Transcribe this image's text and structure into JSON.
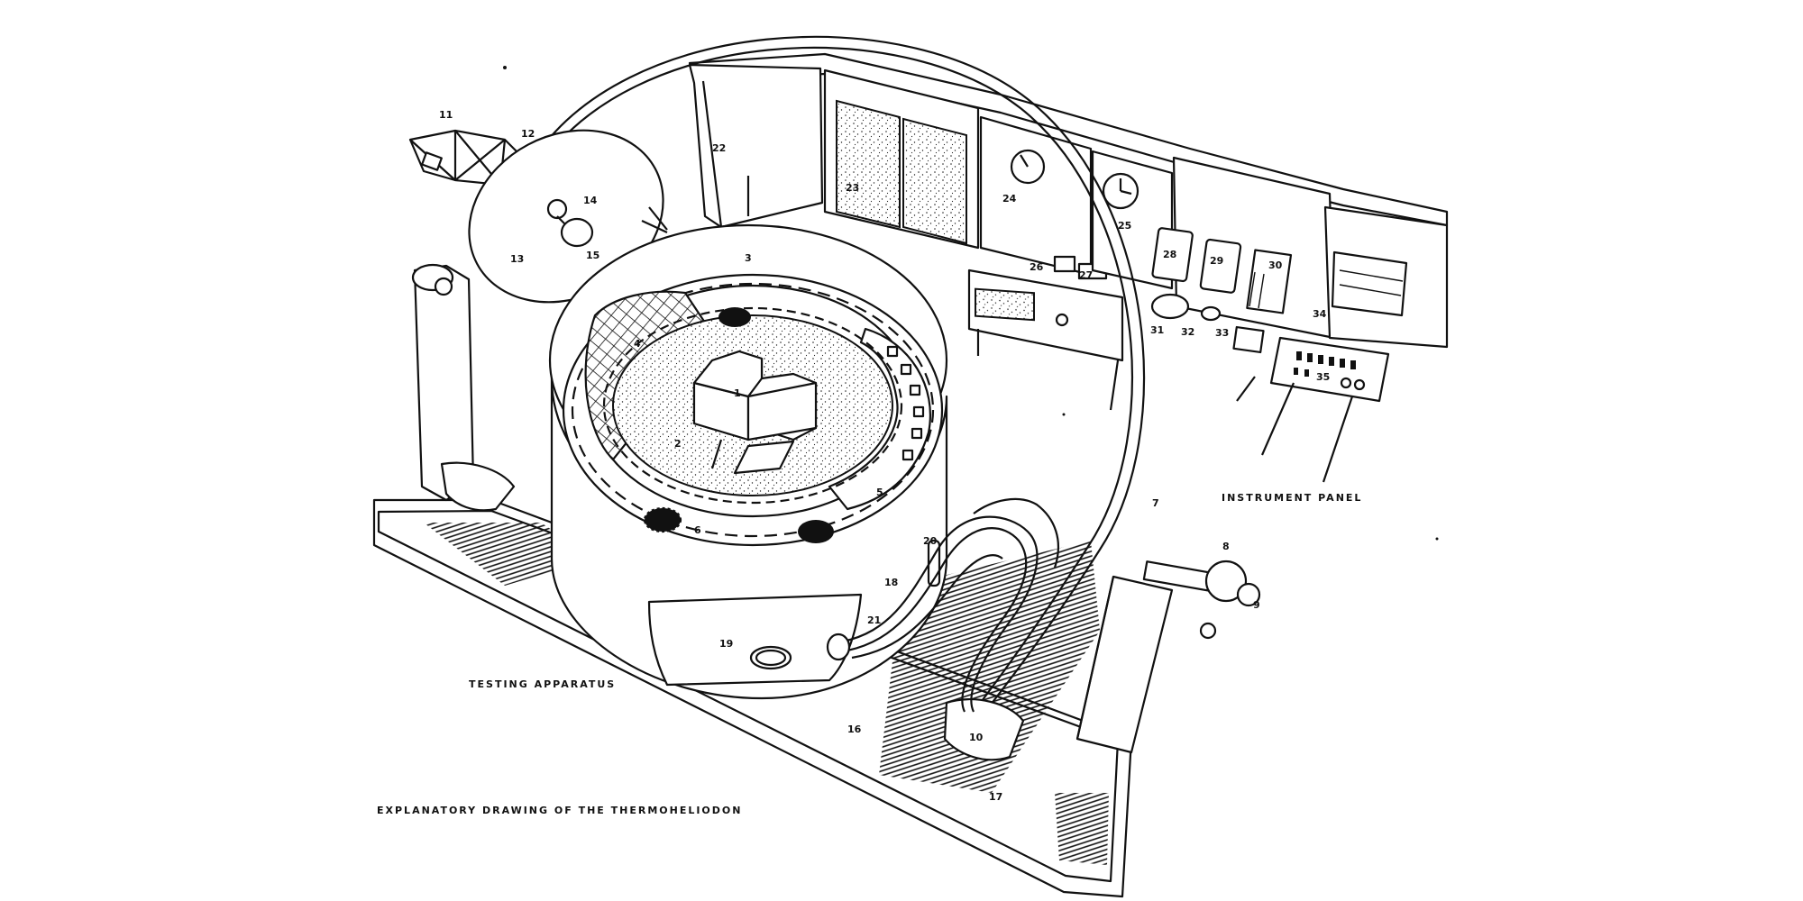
{
  "title": "EXPLANATORY DRAWING OF THE THERMOHELIODON",
  "section_labels": {
    "testing_apparatus": "TESTING APPARATUS",
    "instrument_panel": "INSTRUMENT PANEL"
  },
  "callouts": [
    "1",
    "2",
    "3",
    "4",
    "5",
    "6",
    "7",
    "8",
    "9",
    "10",
    "11",
    "12",
    "13",
    "14",
    "15",
    "16",
    "17",
    "18",
    "19",
    "20",
    "21",
    "22",
    "23",
    "24",
    "25",
    "26",
    "27",
    "28",
    "29",
    "30",
    "31",
    "32",
    "33",
    "34",
    "35"
  ]
}
